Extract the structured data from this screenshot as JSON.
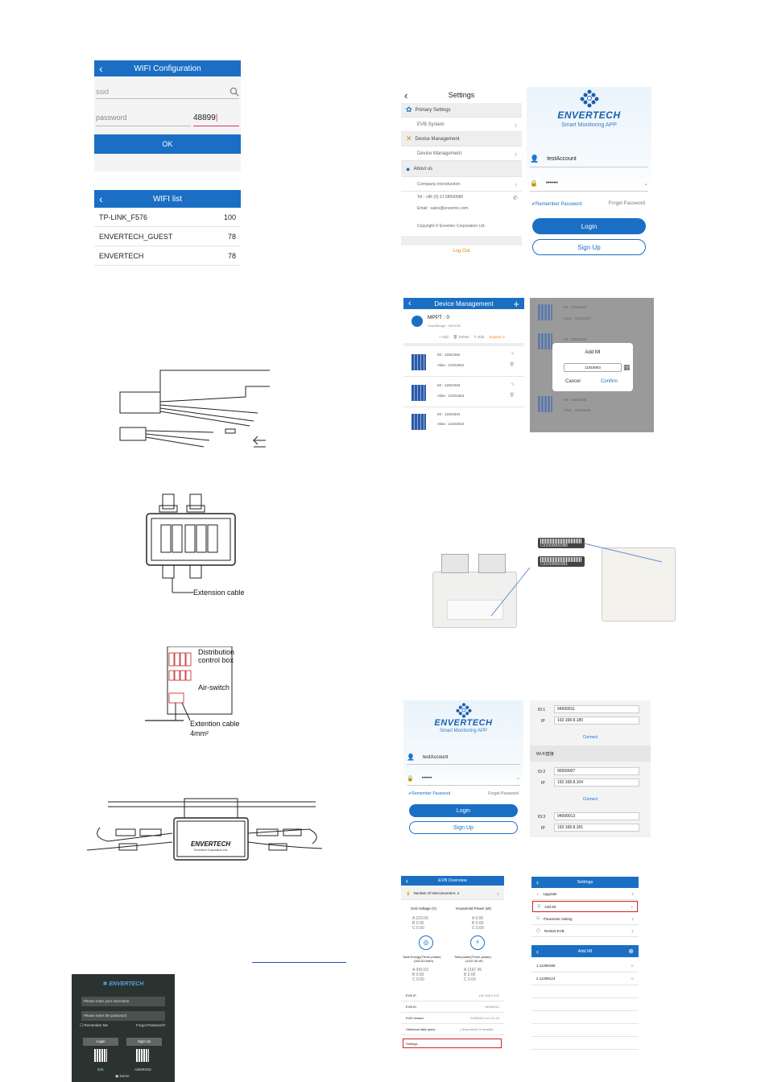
{
  "wifi_config": {
    "title": "WIFI Configuration",
    "ssid_placeholder": "ssid",
    "password_label": "password",
    "password_value": "48899",
    "ok_label": "OK"
  },
  "wifi_list": {
    "title": "WIFI list",
    "networks": [
      {
        "name": "TP-LINK_F576",
        "signal": "100"
      },
      {
        "name": "ENVERTECH_GUEST",
        "signal": "78"
      },
      {
        "name": "ENVERTECH",
        "signal": "78"
      }
    ]
  },
  "settings": {
    "title": "Settings",
    "primary_settings": "Primary Settings",
    "evb_system": "EVB System",
    "device_management_header": "Device Management",
    "device_management_item": "Device Management",
    "about_us": "About us",
    "company_intro": "Company introduction",
    "tel": "Tel    : +86 (0) 21 58590086",
    "email": "Email : sales@envertec.com",
    "copyright": "Copyright © Envertec Corporation Ltd.",
    "logout": "Log Out"
  },
  "login": {
    "brand": "ENVERTECH",
    "subtitle": "Smart Monitoring APP",
    "username": "testAccount",
    "password_mask": "••••••",
    "remember": "Remember Password",
    "forget": "Forget Password",
    "login_label": "Login",
    "signup_label": "Sign Up"
  },
  "device_mgmt": {
    "title": "Device Management",
    "mppt": "MPPT : 0",
    "smartbridge": "SmartBridge : 9023190",
    "actions": [
      "+ Add",
      "🗑 Delete",
      "✎ Edit",
      "Expand ∨"
    ],
    "items": [
      {
        "mi": "MI        : 11921562",
        "alias": "Alias   : 11921562"
      },
      {
        "mi": "MI        : 11921563",
        "alias": "Alias   : 11921563"
      },
      {
        "mi": "MI        : 11922534",
        "alias": "Alias   : 11922534"
      }
    ]
  },
  "add_mi_dialog": {
    "title": "Add MI",
    "value": "11916903",
    "cancel": "Cancel",
    "confirm": "Confirm",
    "bg_items": [
      {
        "mi": "MI        : 11921562",
        "alias": "Alias   : 11921562"
      },
      {
        "mi": "MI        : 11921563",
        "alias": ""
      },
      {
        "mi": "MI        : 11922635",
        "alias": "Alias   : 11922635"
      }
    ]
  },
  "schematics": {
    "extension_cable": "Extension cable",
    "distribution": "Distribution",
    "control_box": "control box",
    "air_switch": "Air-switch",
    "extention_cable": "Extention cable",
    "cable_size": "4mm²",
    "inverter_brand": "ENVERTECH",
    "inverter_company": "Envertech Corporation Ltd."
  },
  "barcodes": {
    "code1": "C51000000380",
    "code2": "C51000060391"
  },
  "login2": {
    "brand": "ENVERTECH",
    "subtitle": "Smart Monitoring APP",
    "username": "testAccount",
    "password_mask": "••••••",
    "remember": "Remember Password",
    "forget": "Forget Password",
    "login_label": "Login",
    "signup_label": "Sign Up"
  },
  "connect_list": {
    "items": [
      {
        "id_label": "ID:1",
        "id": "94999011",
        "ip_label": "IP",
        "ip": "192.168.8.180"
      },
      {
        "id_label": "ID:2",
        "id": "90999007",
        "ip_label": "IP",
        "ip": "192.168.8.104"
      },
      {
        "id_label": "ID:3",
        "id": "94999013",
        "ip_label": "IP",
        "ip": "192.168.8.181"
      }
    ],
    "connect": "Connect",
    "wifi_header": "Wi-Fi直接"
  },
  "evb_overview": {
    "title": "EVB Overview",
    "num_mi": "Number Of Microinverters: 4",
    "grid_voltage": "Grid Voltage  (V)",
    "household_power": "Household Power  (W)",
    "gv_values": [
      "A   223.00",
      "B   0.00",
      "C   0.00"
    ],
    "hp_values": [
      "A   0.00",
      "B   0.00",
      "C   0.00"
    ],
    "total_energy": "Total Energy(Three-phase)",
    "total_energy_val": "(342.63 kWh)",
    "total_power": "Total power(Three-phase)",
    "total_power_val": "(1197.45 W)",
    "te_values": [
      "A   342.63",
      "B   0.00",
      "C   0.00"
    ],
    "tp_values": [
      "A   1197.45",
      "B   0.00",
      "C   0.00"
    ],
    "evb_ip_label": "EVB IP",
    "evb_ip": "192.168.0.101",
    "evb_id_label": "EVB ID",
    "evb_id": "94999012",
    "evb_version_label": "EVB Version",
    "evb_version": "EVB300-3-V1.01-16",
    "history_label": "Historical data query",
    "history_val": "( temporarily Unavailab...",
    "settings": "Settings"
  },
  "settings2": {
    "title": "Settings",
    "items": [
      "Upgrade",
      "Add MI",
      "Parameter setting",
      "Restart EVB"
    ]
  },
  "add_mi_list": {
    "title": "Add MI",
    "items": [
      "1.11299188",
      "2.11299124"
    ]
  },
  "app_login_dark": {
    "brand": "ENVERTECH",
    "username_placeholder": "Please enter your username",
    "password_placeholder": "Please enter the password",
    "remember": "Remember Me",
    "forgot": "Forgot Password?",
    "login": "Login",
    "signup": "Sign Up",
    "ios": "iOS",
    "android": "ANDROID",
    "demo": "Demo"
  },
  "colors": {
    "accent": "#1a6fc4",
    "highlight": "#d82020",
    "dark_bg": "#2b3330"
  }
}
